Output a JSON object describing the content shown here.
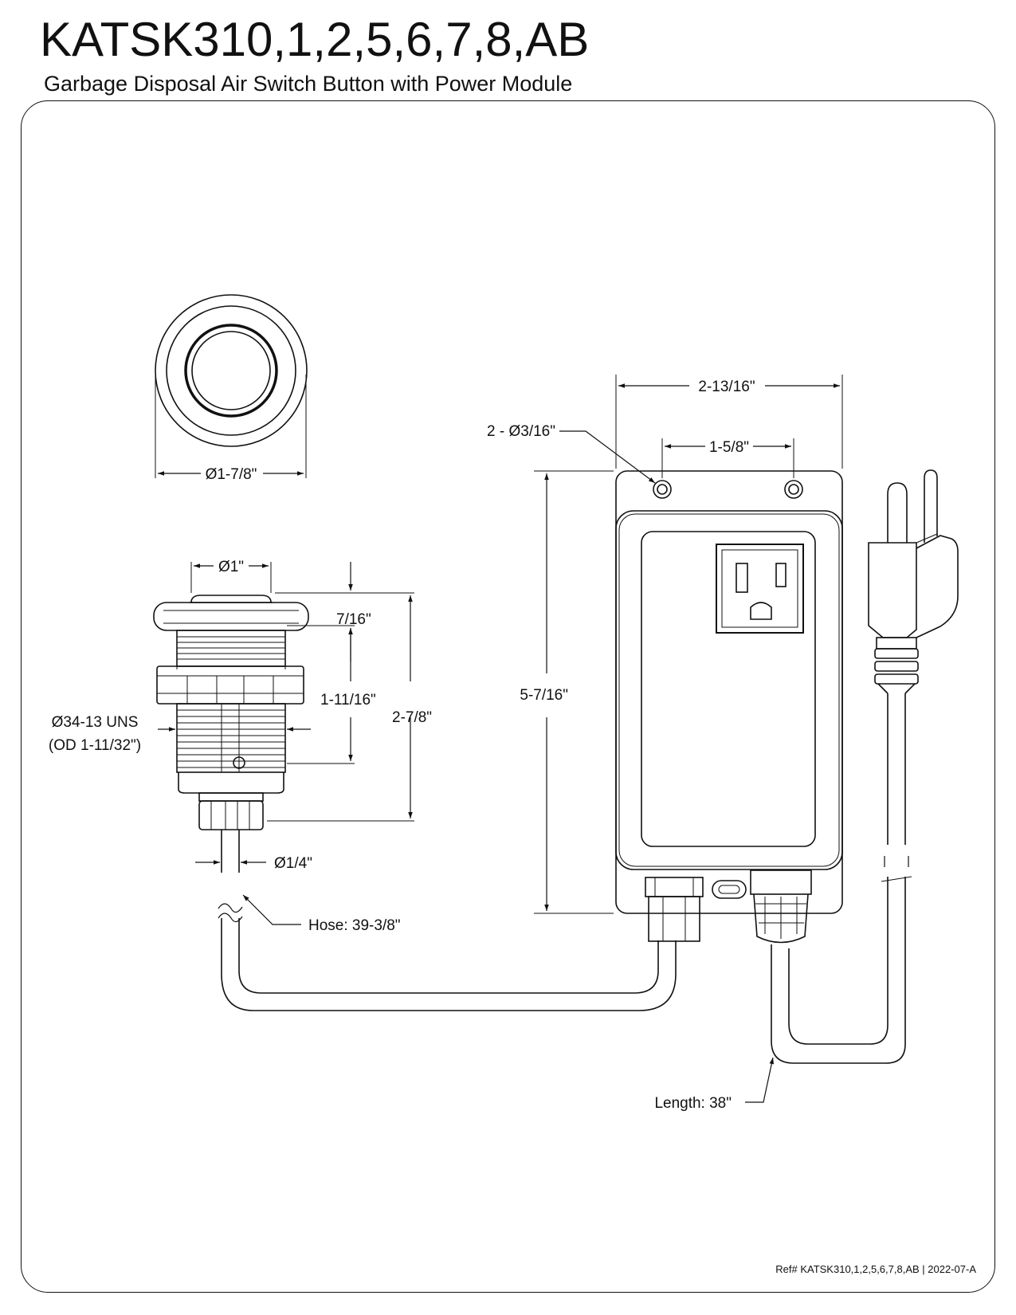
{
  "header": {
    "title": "KATSK310,1,2,5,6,7,8,AB",
    "subtitle": "Garbage Disposal Air Switch Button with Power Module"
  },
  "dimensions": {
    "button_diameter": "Ø1-7/8\"",
    "button_top_diameter": "Ø1\"",
    "flange_height": "7/16\"",
    "thread_length": "1-11/16\"",
    "total_height": "2-7/8\"",
    "thread_spec": "Ø34-13 UNS",
    "thread_od": "(OD 1-11/32\")",
    "hose_diameter": "Ø1/4\"",
    "hose_length": "Hose: 39-3/8\"",
    "module_width": "2-13/16\"",
    "mount_spacing": "1-5/8\"",
    "mount_holes": "2 - Ø3/16\"",
    "module_height": "5-7/16\"",
    "cord_length": "Length: 38\""
  },
  "footer": {
    "reference": "Ref# KATSK310,1,2,5,6,7,8,AB | 2022-07-A"
  }
}
